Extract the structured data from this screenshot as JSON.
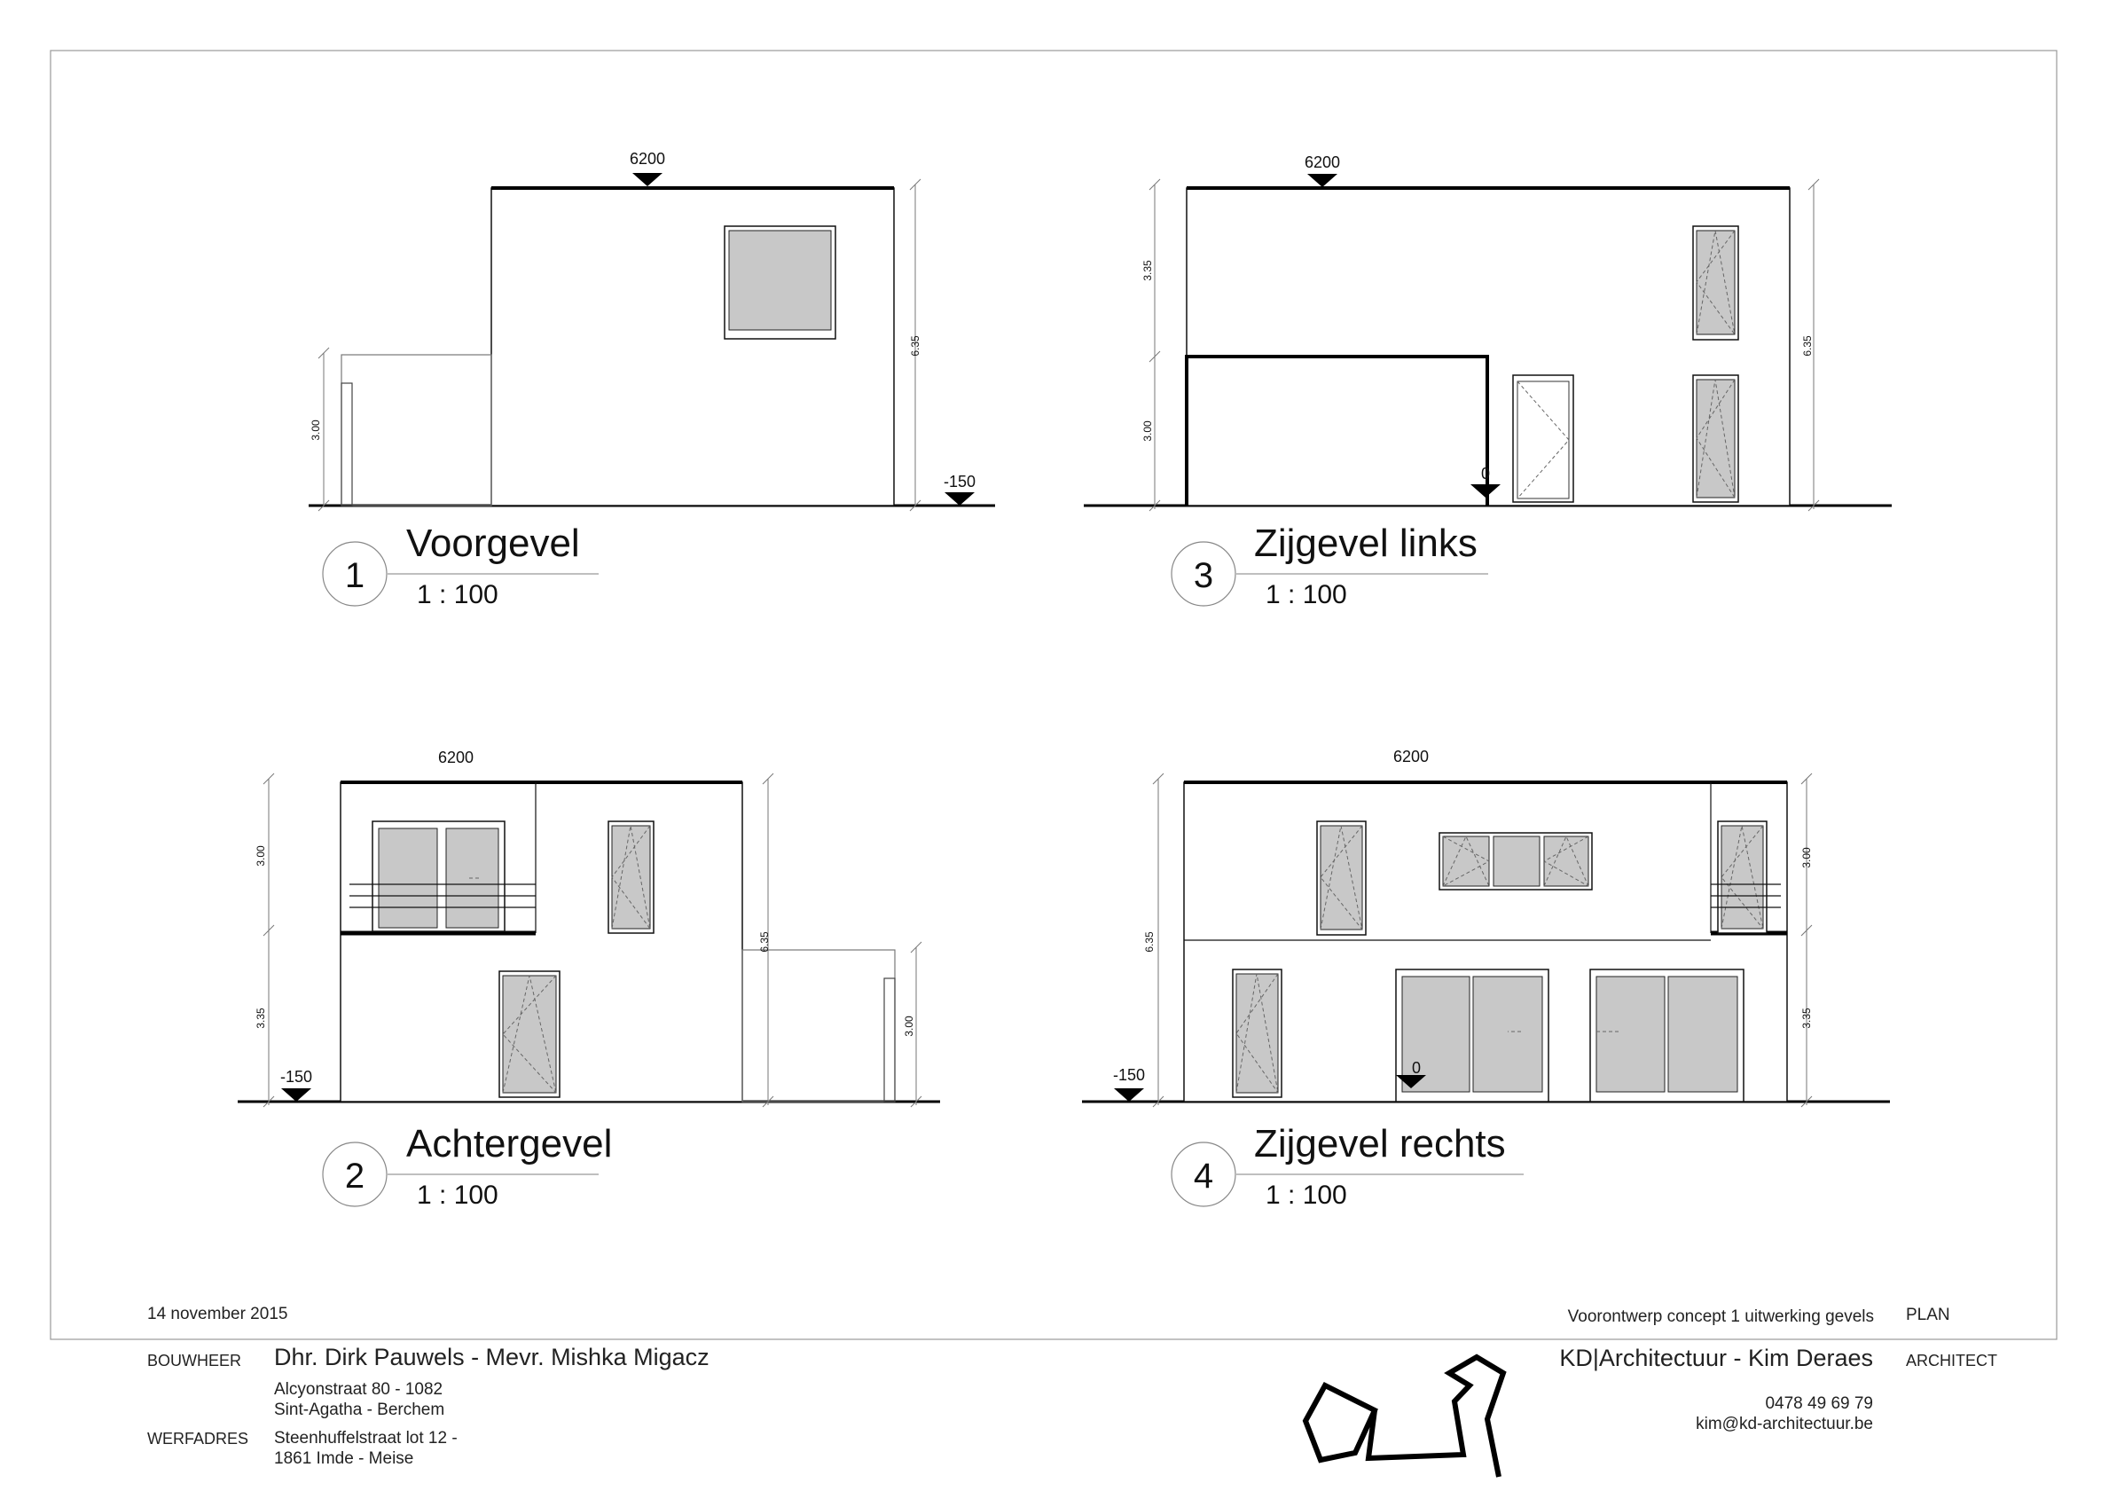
{
  "elevations": [
    {
      "number": "1",
      "title": "Voorgevel",
      "scale": "1 : 100",
      "width_label": "6200",
      "level_label": "-150",
      "heights": [
        "3.00",
        "6.35"
      ]
    },
    {
      "number": "3",
      "title": "Zijgevel links",
      "scale": "1 : 100",
      "width_label": "6200",
      "level_label": "0",
      "heights": [
        "3.35",
        "3.00",
        "6.35"
      ]
    },
    {
      "number": "2",
      "title": "Achtergevel",
      "scale": "1 : 100",
      "width_label": "6200",
      "level_label": "-150",
      "heights": [
        "3.00",
        "3.35",
        "6.35",
        "3.00"
      ]
    },
    {
      "number": "4",
      "title": "Zijgevel rechts",
      "scale": "1 : 100",
      "width_label": "6200",
      "level_label": "-150",
      "level_label_2": "0",
      "heights": [
        "6.35",
        "3.00",
        "3.35"
      ]
    }
  ],
  "footer": {
    "date": "14 november 2015",
    "project_title": "Voorontwerp concept 1 uitwerking gevels",
    "plan_label": "PLAN",
    "client_label": "BOUWHEER",
    "client_name": "Dhr. Dirk Pauwels  -  Mevr. Mishka Migacz",
    "client_address_1": "Alcyonstraat 80 - 1082",
    "client_address_2": "Sint-Agatha - Berchem",
    "site_label": "WERFADRES",
    "site_address_1": "Steenhuffelstraat lot 12 -",
    "site_address_2": "1861 Imde - Meise",
    "architect_name": "KD|Architectuur - Kim Deraes",
    "architect_label": "ARCHITECT",
    "phone": "0478 49 69 79",
    "email": "kim@kd-architectuur.be"
  }
}
